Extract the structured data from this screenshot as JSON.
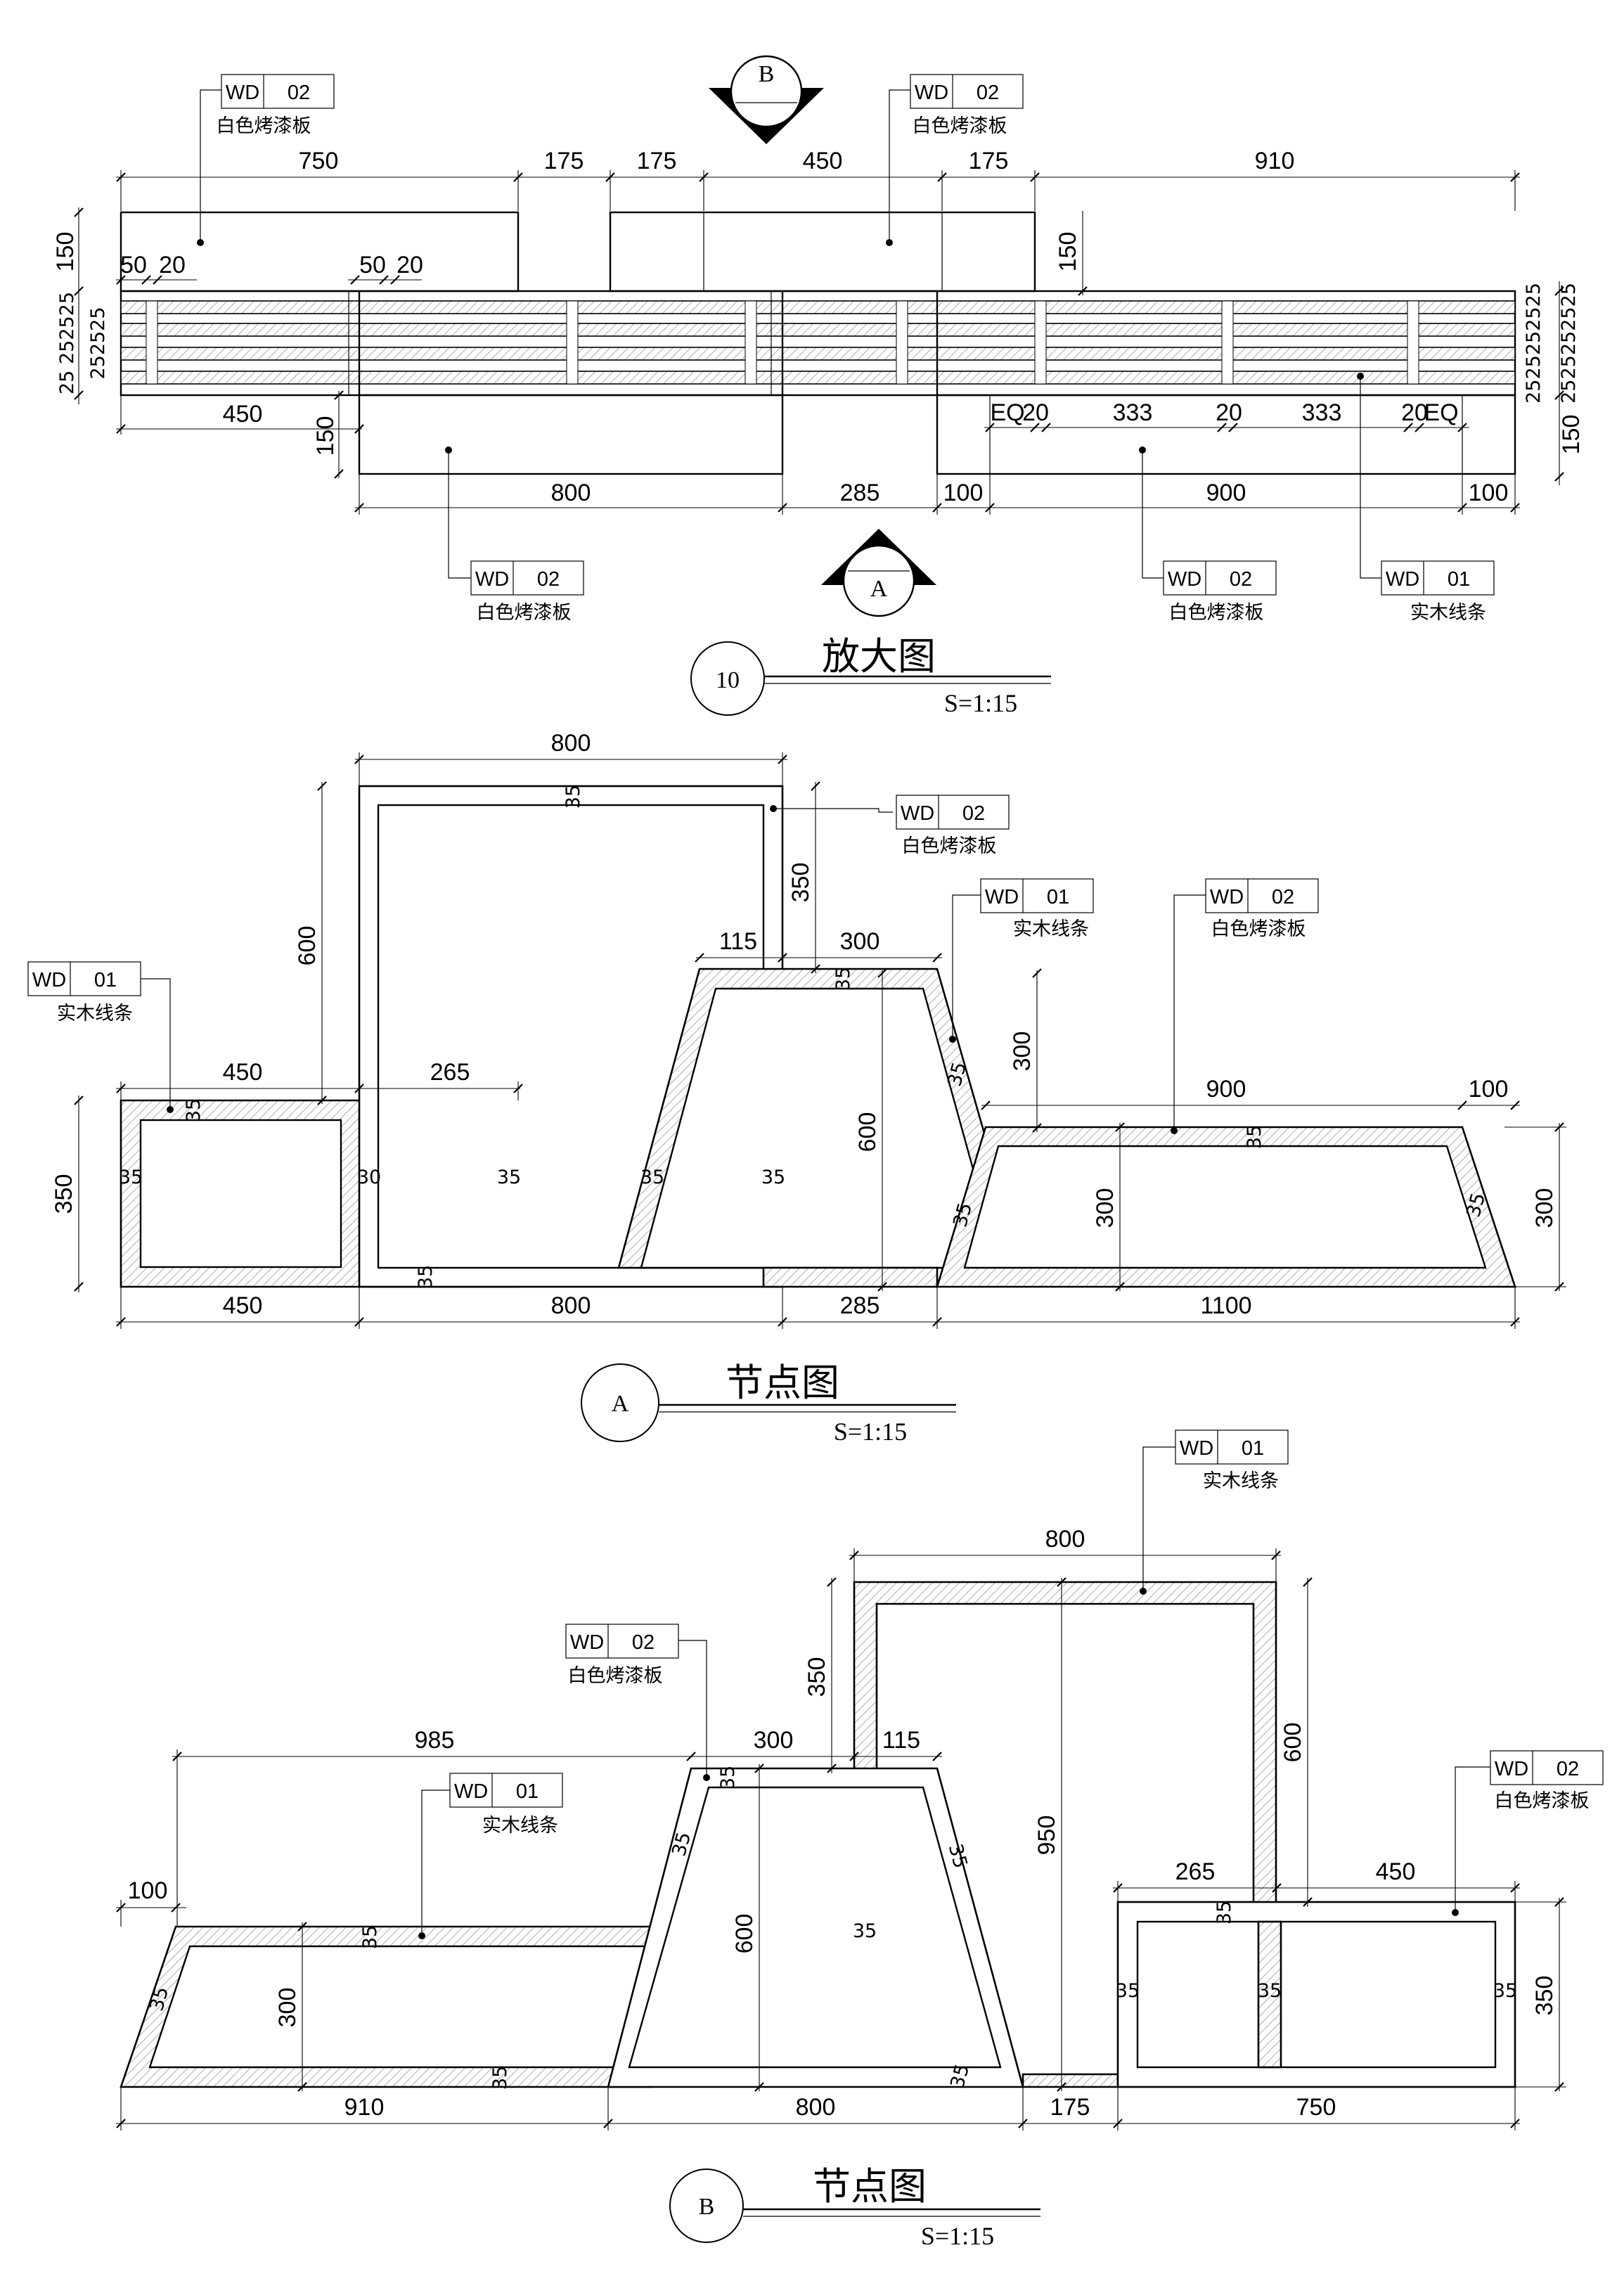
{
  "materials": {
    "wd01": {
      "code": "WD",
      "num": "01",
      "name": "实木线条"
    },
    "wd02": {
      "code": "WD",
      "num": "02",
      "name": "白色烤漆板"
    }
  },
  "top_view": {
    "section_b": "B",
    "section_a": "A",
    "dims_top": [
      "750",
      "175",
      "175",
      "450",
      "175",
      "910"
    ],
    "dims_bottom": [
      "800",
      "285",
      "100",
      "900",
      "100"
    ],
    "dim_450": "450",
    "eq_label": "EQ",
    "dims_eq": [
      "20",
      "333",
      "20",
      "333",
      "20"
    ],
    "dim_150": "150",
    "dim_50": "50",
    "dim_20": "20",
    "stack_left": "25 252525",
    "stack_left2": "252525",
    "stack_right": "2525252525",
    "title_number": "10",
    "title": "放大图",
    "scale": "S=1:15"
  },
  "section_a": {
    "dims": {
      "top_800": "800",
      "v600": "600",
      "v350": "350",
      "d115": "115",
      "d300": "300",
      "d450": "450",
      "d265": "265",
      "v300": "300",
      "d900": "900",
      "d100": "100",
      "v350left": "350",
      "v600mid": "600",
      "v300inner": "300",
      "v300right": "300",
      "b450": "450",
      "b800": "800",
      "b285": "285",
      "b1100": "1100",
      "t35": "35",
      "t30": "30"
    },
    "title_number": "A",
    "title": "节点图",
    "scale": "S=1:15"
  },
  "section_b": {
    "dims": {
      "d800": "800",
      "v350": "350",
      "v600": "600",
      "d985": "985",
      "d300": "300",
      "d115": "115",
      "v950": "950",
      "d100": "100",
      "v600mid": "600",
      "v300": "300",
      "d265": "265",
      "d450": "450",
      "v350right": "350",
      "b910": "910",
      "b800": "800",
      "b175": "175",
      "b750": "750",
      "t35": "35"
    },
    "title_number": "B",
    "title": "节点图",
    "scale": "S=1:15"
  }
}
